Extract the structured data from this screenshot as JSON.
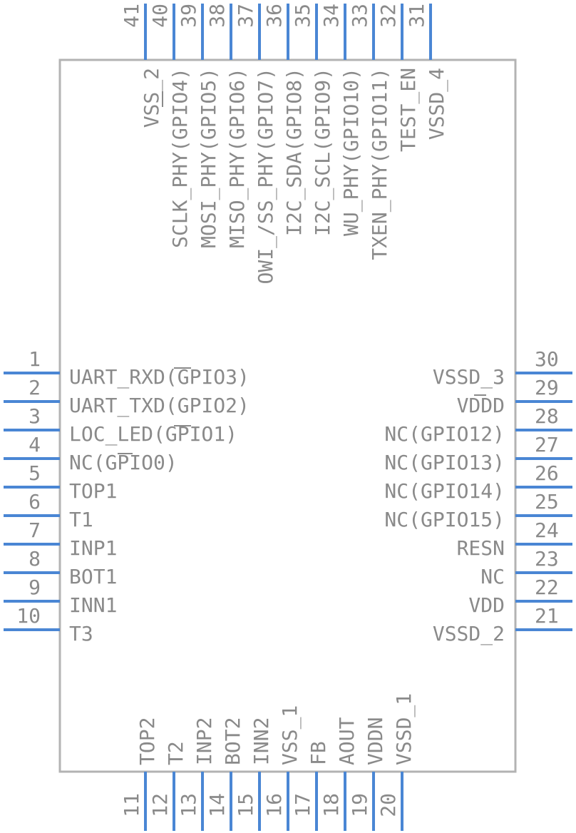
{
  "pins": {
    "left": [
      {
        "num": "1",
        "label": "UART_RXD(GPIO3)"
      },
      {
        "num": "2",
        "label": "UART_TXD(GPIO2)"
      },
      {
        "num": "3",
        "label": "LOC_LED(GPIO1)"
      },
      {
        "num": "4",
        "label": "NC(GPIO0)"
      },
      {
        "num": "5",
        "label": "TOP1"
      },
      {
        "num": "6",
        "label": "T1"
      },
      {
        "num": "7",
        "label": "INP1"
      },
      {
        "num": "8",
        "label": "BOT1"
      },
      {
        "num": "9",
        "label": "INN1"
      },
      {
        "num": "10",
        "label": "T3"
      }
    ],
    "bottom": [
      {
        "num": "11",
        "label": "TOP2"
      },
      {
        "num": "12",
        "label": "T2"
      },
      {
        "num": "13",
        "label": "INP2"
      },
      {
        "num": "14",
        "label": "BOT2"
      },
      {
        "num": "15",
        "label": "INN2"
      },
      {
        "num": "16",
        "label": "VSS_1"
      },
      {
        "num": "17",
        "label": "FB"
      },
      {
        "num": "18",
        "label": "AOUT"
      },
      {
        "num": "19",
        "label": "VDDN"
      },
      {
        "num": "20",
        "label": "VSSD_1"
      }
    ],
    "right": [
      {
        "num": "30",
        "label": "VSSD_3"
      },
      {
        "num": "29",
        "label": "VDDD"
      },
      {
        "num": "28",
        "label": "NC(GPIO12)"
      },
      {
        "num": "27",
        "label": "NC(GPIO13)"
      },
      {
        "num": "26",
        "label": "NC(GPIO14)"
      },
      {
        "num": "25",
        "label": "NC(GPIO15)"
      },
      {
        "num": "24",
        "label": "RESN"
      },
      {
        "num": "23",
        "label": "NC"
      },
      {
        "num": "22",
        "label": "VDD"
      },
      {
        "num": "21",
        "label": "VSSD_2"
      }
    ],
    "top": [
      {
        "num": "41",
        "label": ""
      },
      {
        "num": "40",
        "label": "VSS_2"
      },
      {
        "num": "39",
        "label": "SCLK_PHY(GPIO4)"
      },
      {
        "num": "38",
        "label": "MOSI_PHY(GPIO5)"
      },
      {
        "num": "37",
        "label": "MISO_PHY(GPIO6)"
      },
      {
        "num": "36",
        "label": "OWI_/SS_PHY(GPIO7)"
      },
      {
        "num": "35",
        "label": "I2C_SDA(GPIO8)"
      },
      {
        "num": "34",
        "label": "I2C_SCL(GPIO9)"
      },
      {
        "num": "33",
        "label": "WU_PHY(GPIO10)"
      },
      {
        "num": "32",
        "label": "TXEN_PHY(GPIO11)"
      },
      {
        "num": "31",
        "label": "TEST_EN"
      },
      {
        "num": "",
        "label": "VSSD_4"
      }
    ]
  },
  "colors": {
    "pin": "#4a86d4",
    "body_outline": "#b3b3b3",
    "text": "#8a8a8a"
  }
}
